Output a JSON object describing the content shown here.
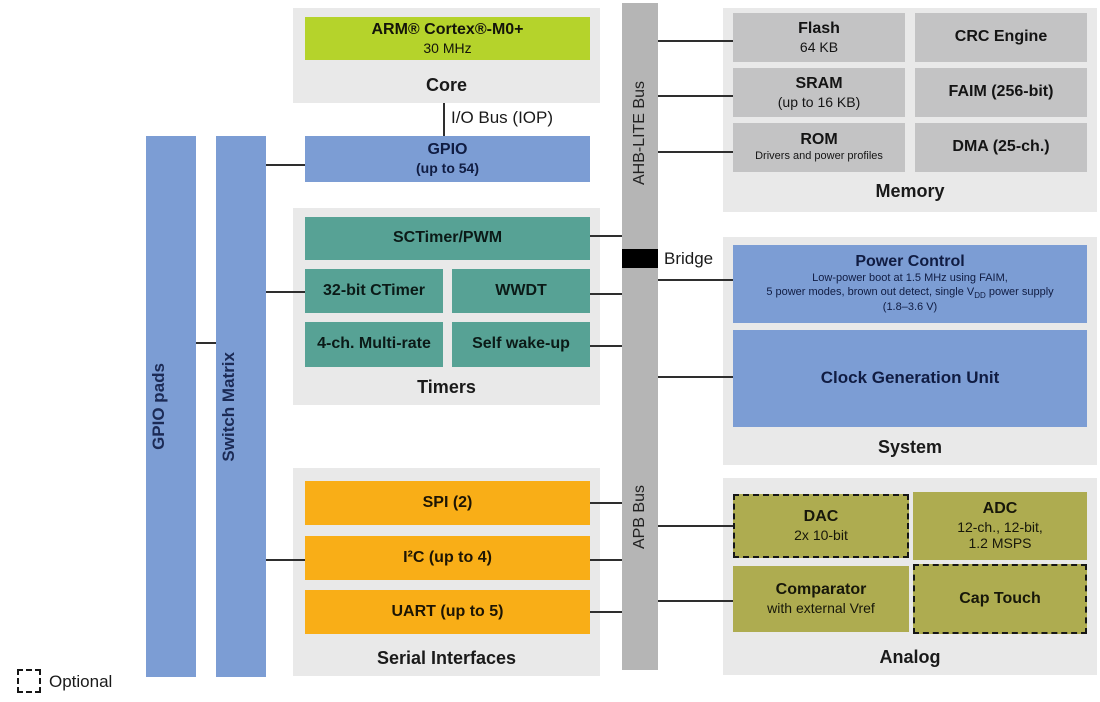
{
  "diagram": {
    "legend": {
      "label": "Optional"
    },
    "core_section": {
      "label": "Core",
      "cpu": {
        "title": "ARM® Cortex®-M0+",
        "subtitle": "30 MHz"
      }
    },
    "io_bus_label": "I/O Bus (IOP)",
    "gpio_block": {
      "title": "GPIO",
      "subtitle": "(up to 54)"
    },
    "left_bars": {
      "gpio_pads": "GPIO pads",
      "switch_matrix": "Switch Matrix"
    },
    "bus": {
      "ahb": "AHB-LITE Bus",
      "apb": "APB Bus",
      "bridge": "Bridge"
    },
    "timers_section": {
      "label": "Timers",
      "blocks": {
        "sctimer": "SCTimer/PWM",
        "ctimer": "32-bit CTimer",
        "wwdt": "WWDT",
        "multirate": "4-ch. Multi-rate",
        "wakeup": "Self wake-up"
      }
    },
    "serial_section": {
      "label": "Serial Interfaces",
      "blocks": {
        "spi": "SPI (2)",
        "i2c": "I²C (up to 4)",
        "uart": "UART (up to 5)"
      }
    },
    "memory_section": {
      "label": "Memory",
      "flash": {
        "title": "Flash",
        "subtitle": "64 KB"
      },
      "crc": {
        "title": "CRC Engine"
      },
      "sram": {
        "title": "SRAM",
        "subtitle": "(up to 16 KB)"
      },
      "faim": {
        "title": "FAIM (256-bit)"
      },
      "rom": {
        "title": "ROM",
        "subtitle": "Drivers and power profiles"
      },
      "dma": {
        "title": "DMA (25-ch.)"
      }
    },
    "system_section": {
      "label": "System",
      "power_control": {
        "title": "Power Control",
        "sub_line1": "Low-power boot at 1.5 MHz using FAIM,",
        "sub_line2_pre": "5 power modes, brown out detect, single V",
        "sub_line2_sub": "DD",
        "sub_line2_post": " power supply",
        "sub_line3": "(1.8–3.6 V)"
      },
      "clock_gen": {
        "title": "Clock Generation Unit"
      }
    },
    "analog_section": {
      "label": "Analog",
      "dac": {
        "title": "DAC",
        "subtitle": "2x 10-bit",
        "optional": true
      },
      "adc": {
        "title": "ADC",
        "sub_line1": "12-ch., 12-bit,",
        "sub_line2": "1.2 MSPS"
      },
      "comparator": {
        "title": "Comparator",
        "subtitle": "with external Vref"
      },
      "cap_touch": {
        "title": "Cap Touch",
        "optional": true
      }
    },
    "colors": {
      "core_green": "#b5d32b",
      "blue": "#7c9dd4",
      "teal": "#57a295",
      "orange": "#f9ae17",
      "olive": "#aeac50",
      "panel_gray": "#e9e9e9",
      "memory_gray": "#c3c3c4",
      "bus_gray": "#b5b5b5",
      "bridge_black": "#000000",
      "line": "#2e2e2e"
    }
  }
}
